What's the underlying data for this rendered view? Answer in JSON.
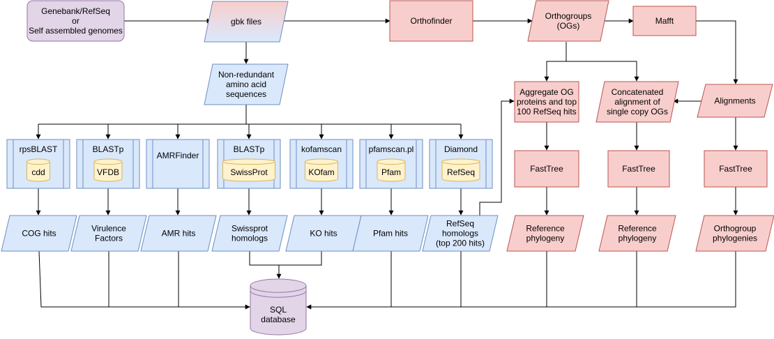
{
  "colors": {
    "purple_fill": "#e1d5e7",
    "purple_stroke": "#9673a6",
    "blue_fill": "#dae8fc",
    "blue_stroke": "#6c8ebf",
    "red_fill": "#f8cecc",
    "red_stroke": "#b85450",
    "yellow_fill": "#fff2cc",
    "yellow_stroke": "#d6b656",
    "gradient_pair": [
      "#f8cecc",
      "#dae8fc"
    ]
  },
  "nodes": {
    "genomes": {
      "lines": [
        "Genebank/RefSeq",
        "or",
        "Self assembled genomes"
      ]
    },
    "gbk": {
      "lines": [
        "gbk files"
      ]
    },
    "nr": {
      "lines": [
        "Non-redundant",
        "amino acid",
        "sequences"
      ]
    },
    "orthofinder": {
      "lines": [
        "Orthofinder"
      ]
    },
    "ogs": {
      "lines": [
        "Orthogroups",
        "(OGs)"
      ]
    },
    "mafft": {
      "lines": [
        "Mafft"
      ]
    },
    "aggregate": {
      "lines": [
        "Aggregate OG",
        "proteins and top",
        "100 RefSeq hits"
      ]
    },
    "concat": {
      "lines": [
        "Concatenated",
        "alignment of",
        "single copy OGs"
      ]
    },
    "alignments": {
      "lines": [
        "Alignments"
      ]
    },
    "tool_rps": {
      "lines": [
        "rpsBLAST"
      ],
      "db": "cdd"
    },
    "tool_blastp1": {
      "lines": [
        "BLASTp"
      ],
      "db": "VFDB"
    },
    "tool_amr": {
      "lines": [
        "AMRFinder"
      ]
    },
    "tool_blastp2": {
      "lines": [
        "BLASTp"
      ],
      "db": "SwissProt"
    },
    "tool_kofam": {
      "lines": [
        "kofamscan"
      ],
      "db": "KOfam"
    },
    "tool_pfam": {
      "lines": [
        "pfamscan.pl"
      ],
      "db": "Pfam"
    },
    "tool_diamond": {
      "lines": [
        "Diamond"
      ],
      "db": "RefSeq"
    },
    "fasttree1": {
      "lines": [
        "FastTree"
      ]
    },
    "fasttree2": {
      "lines": [
        "FastTree"
      ]
    },
    "fasttree3": {
      "lines": [
        "FastTree"
      ]
    },
    "out_cog": {
      "lines": [
        "COG hits"
      ]
    },
    "out_vf": {
      "lines": [
        "Virulence",
        "Factors"
      ]
    },
    "out_amr": {
      "lines": [
        "AMR hits"
      ]
    },
    "out_swiss": {
      "lines": [
        "Swissprot",
        "homologs"
      ]
    },
    "out_ko": {
      "lines": [
        "KO hits"
      ]
    },
    "out_pfam": {
      "lines": [
        "Pfam hits"
      ]
    },
    "out_refseq": {
      "lines": [
        "RefSeq",
        "homologs",
        "(top 200 hits)"
      ]
    },
    "ref_phylo1": {
      "lines": [
        "Reference",
        "phylogeny"
      ]
    },
    "ref_phylo2": {
      "lines": [
        "Reference",
        "phylogeny"
      ]
    },
    "og_phylo": {
      "lines": [
        "Orthogroup",
        "phylogenies"
      ]
    },
    "sql": {
      "lines": [
        "SQL",
        "database"
      ]
    }
  }
}
